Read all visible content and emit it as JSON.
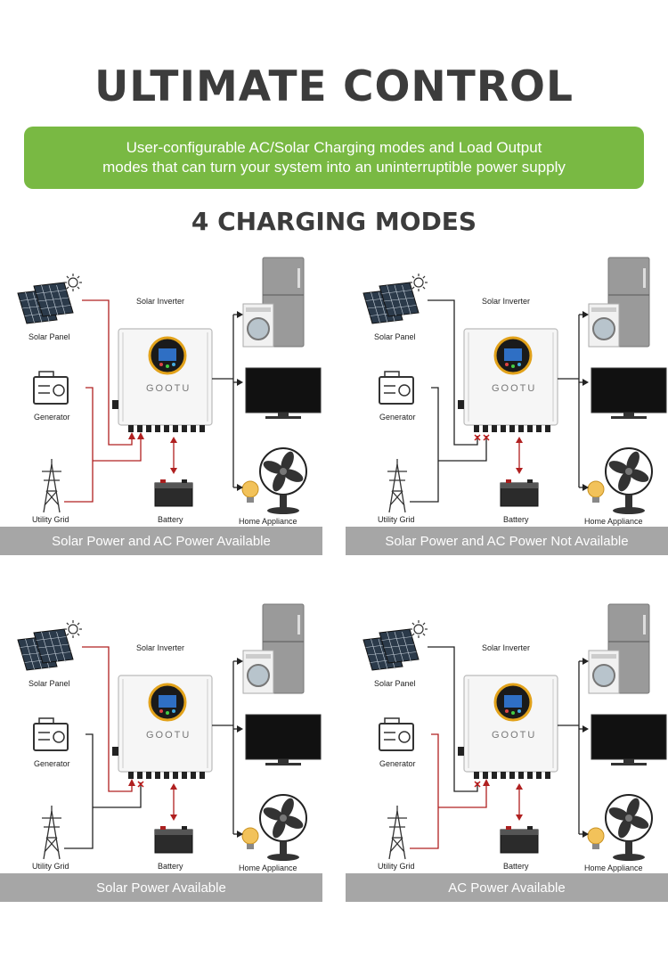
{
  "header": {
    "title": "ULTIMATE CONTROL",
    "banner_line1": "User-configurable AC/Solar Charging modes and Load Output",
    "banner_line2": "modes that can turn your system into an uninterruptible power supply",
    "subtitle": "4 CHARGING MODES"
  },
  "colors": {
    "accent_green": "#79b943",
    "ac_line": "#b02020",
    "bar_gray": "#a6a6a6",
    "text": "#3c3c3c"
  },
  "labels": {
    "solar_panel": "Solar Panel",
    "solar_inverter": "Solar Inverter",
    "generator": "Generator",
    "utility_grid": "Utility Grid",
    "battery": "Battery",
    "home_appliance": "Home Appliance",
    "brand": "GOOTU"
  },
  "modes": [
    {
      "caption": "Solar Power and AC Power Available",
      "solar_active": true,
      "ac_active": true,
      "solar_blocked": false,
      "ac_blocked": false
    },
    {
      "caption": "Solar Power and AC Power Not Available",
      "solar_active": false,
      "ac_active": false,
      "solar_blocked": true,
      "ac_blocked": true
    },
    {
      "caption": "Solar Power Available",
      "solar_active": true,
      "ac_active": false,
      "solar_blocked": false,
      "ac_blocked": true
    },
    {
      "caption": "AC Power Available",
      "solar_active": false,
      "ac_active": true,
      "solar_blocked": true,
      "ac_blocked": false
    }
  ]
}
